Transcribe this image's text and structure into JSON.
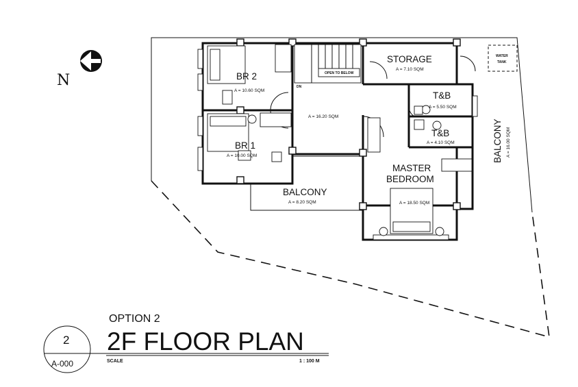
{
  "north": {
    "label": "N"
  },
  "rooms": {
    "br2": {
      "name": "BR 2",
      "area": "A = 10.60 SQM"
    },
    "br1": {
      "name": "BR 1",
      "area": "A = 10.00 SQM"
    },
    "hall": {
      "area": "A = 16.20 SQM"
    },
    "storage": {
      "name": "STORAGE",
      "area": "A = 7.10 SQM"
    },
    "tb1": {
      "name": "T&B",
      "area": "A = 5.50 SQM"
    },
    "tb2": {
      "name": "T&B",
      "area": "A = 4.10 SQM"
    },
    "master": {
      "name1": "MASTER",
      "name2": "BEDROOM",
      "area": "A = 18.50 SQM"
    },
    "balcony_front": {
      "name": "BALCONY",
      "area": "A = 8.20 SQM"
    },
    "balcony_side": {
      "name": "BALCONY",
      "area": "A = 16.00 SQM"
    }
  },
  "labels": {
    "open_to_below": "OPEN TO BELOW",
    "dn": "DN",
    "water_tank_1": "WATER",
    "water_tank_2": "TANK"
  },
  "title_block": {
    "option": "OPTION 2",
    "title": "2F FLOOR PLAN",
    "scale_label": "SCALE",
    "scale_value": "1 : 100 M",
    "drawing_number": "2",
    "sheet_ref": "A-000"
  }
}
